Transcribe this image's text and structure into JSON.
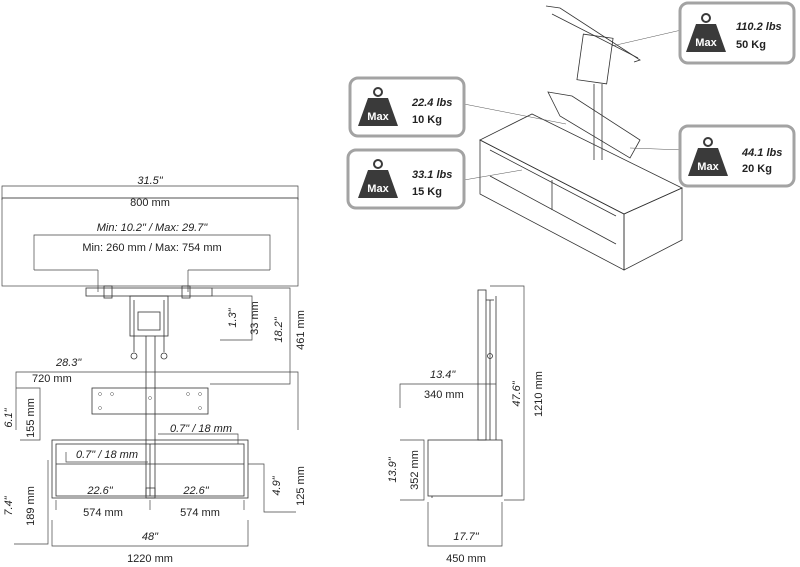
{
  "top_width": {
    "inch": "31.5\"",
    "mm": "800 mm"
  },
  "adjust_width": {
    "inch": "Min: 10.2\" / Max: 29.7\"",
    "mm": "Min: 260 mm / Max: 754 mm"
  },
  "bracket_height": {
    "inch": "1.3\"",
    "mm": "33 mm"
  },
  "upper_height": {
    "inch": "18.2\"",
    "mm": "461 mm"
  },
  "shelf_width": {
    "inch": "28.3\"",
    "mm": "720 mm"
  },
  "shelf_height": {
    "inch": "6.1\"",
    "mm": "155 mm"
  },
  "top_thickness": {
    "label": "0.7\" / 18 mm"
  },
  "inner_thickness": {
    "label": "0.7\" / 18 mm"
  },
  "compartment_left": {
    "inch": "22.6\"",
    "mm": "574 mm"
  },
  "compartment_right": {
    "inch": "22.6\"",
    "mm": "574 mm"
  },
  "compartment_height": {
    "inch": "4.9\"",
    "mm": "125 mm"
  },
  "base_height": {
    "inch": "7.4\"",
    "mm": "189 mm"
  },
  "total_width": {
    "inch": "48\"",
    "mm": "1220 mm"
  },
  "side_depth_upper": {
    "inch": "13.4\"",
    "mm": "340 mm"
  },
  "side_total_height": {
    "inch": "47.6\"",
    "mm": "1210 mm"
  },
  "side_cabinet_height": {
    "inch": "13.9\"",
    "mm": "352 mm"
  },
  "side_depth": {
    "inch": "17.7\"",
    "mm": "450 mm"
  },
  "weights": {
    "tv": {
      "icon": "Max",
      "lbs": "110.2 lbs",
      "kg": "50 Kg"
    },
    "shelf": {
      "icon": "Max",
      "lbs": "22.4 lbs",
      "kg": "10 Kg"
    },
    "top": {
      "icon": "Max",
      "lbs": "44.1 lbs",
      "kg": "20 Kg"
    },
    "inner": {
      "icon": "Max",
      "lbs": "33.1 lbs",
      "kg": "15 Kg"
    }
  }
}
